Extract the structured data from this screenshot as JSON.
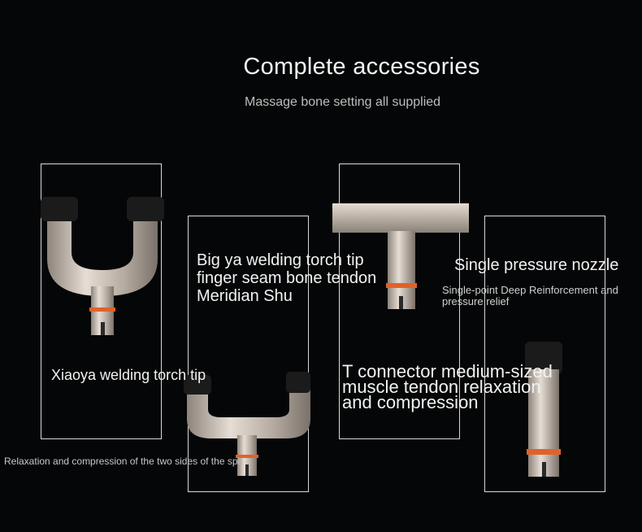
{
  "header": {
    "title": "Complete accessories",
    "subtitle": "Massage bone setting all supplied"
  },
  "products": [
    {
      "name": "Xiaoya welding torch tip",
      "description": "Relaxation and compression of the two sides of the spi"
    },
    {
      "name_lines": [
        "Big ya welding torch tip",
        "finger seam bone tendon",
        "Meridian Shu"
      ]
    },
    {
      "name_lines": [
        "T connector medium-sized",
        "muscle tendon relaxation",
        "and compression"
      ]
    },
    {
      "name": "Single pressure nozzle",
      "description_lines": [
        "Single-point Deep Reinforcement and",
        "pressure relief"
      ]
    }
  ],
  "colors": {
    "background": "#050607",
    "metal": "#c9bcb0",
    "rubber": "#1a1a1a",
    "o_ring": "#e0622a"
  }
}
